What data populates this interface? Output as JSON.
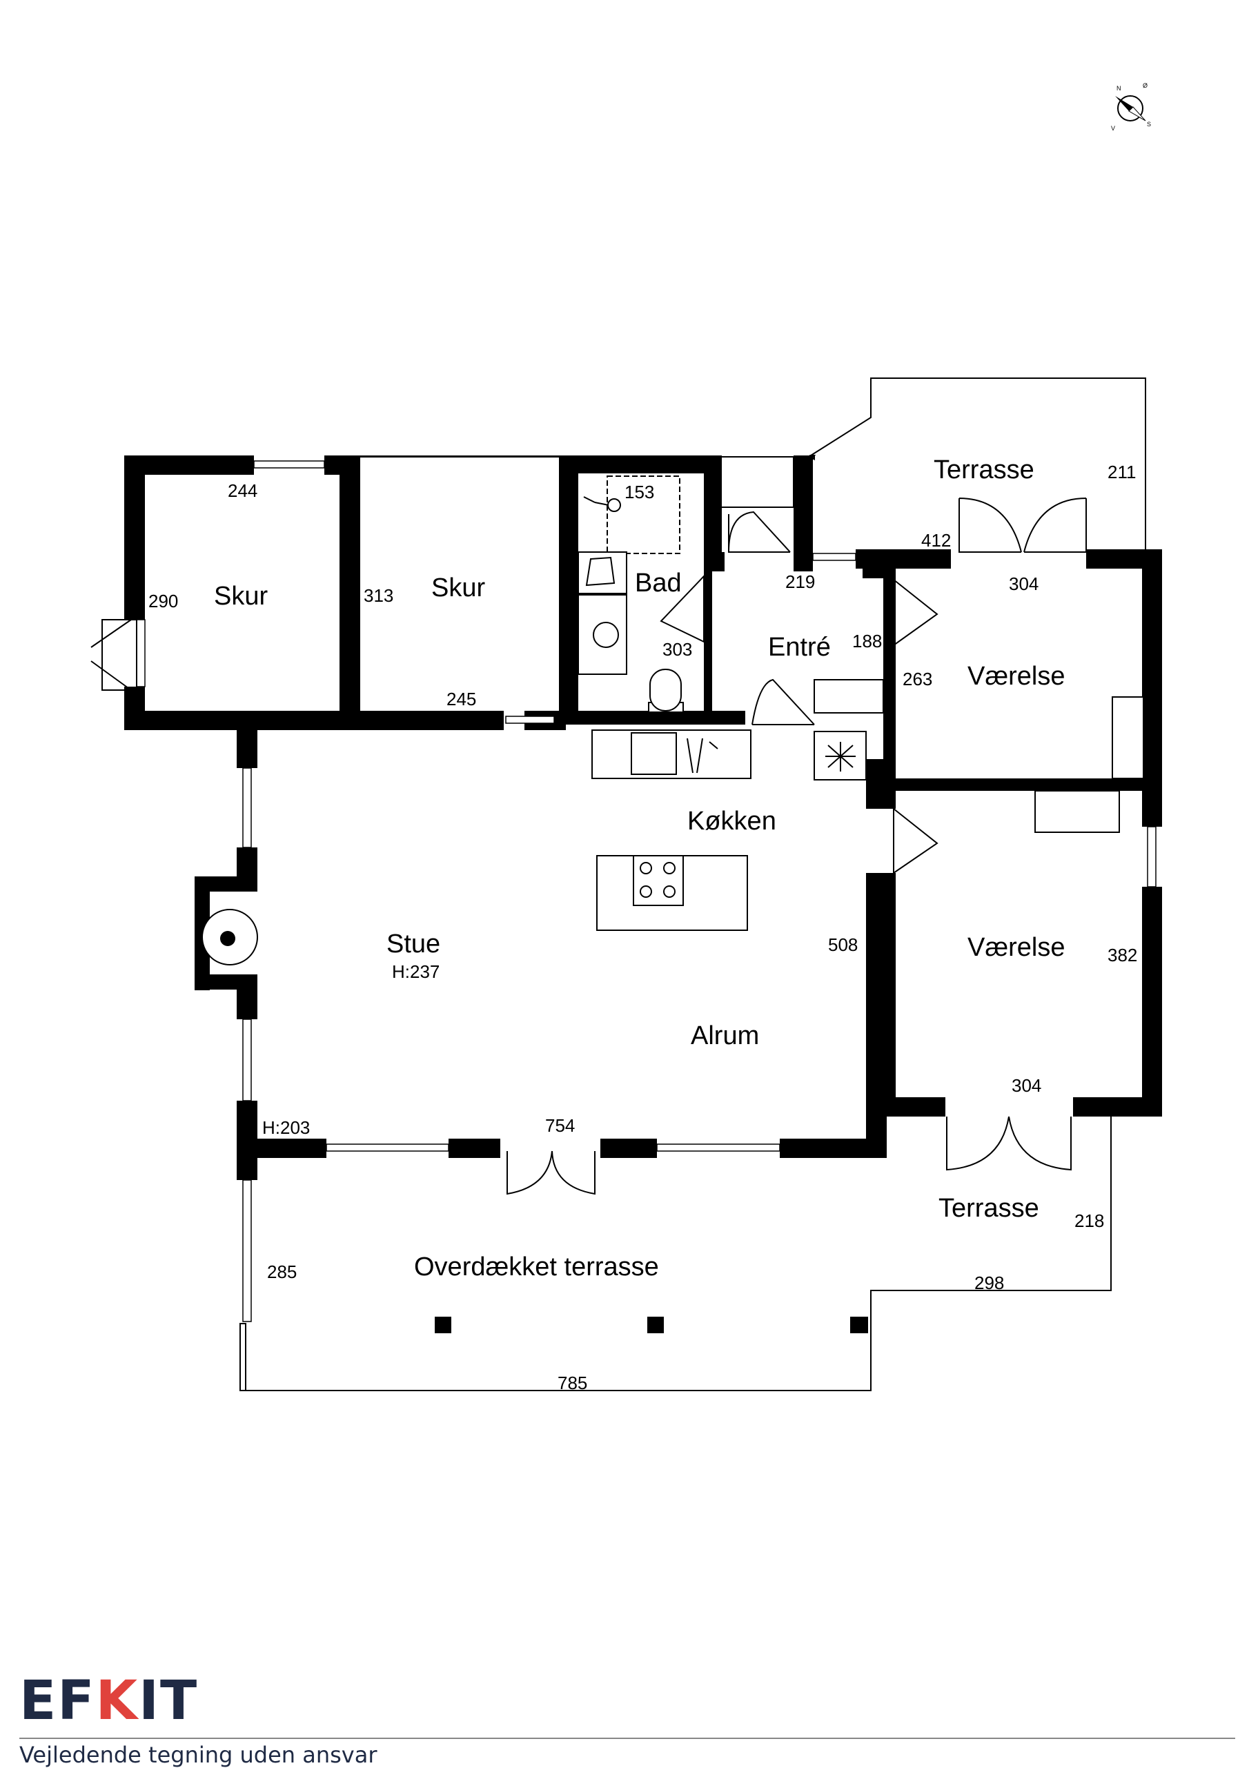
{
  "rooms": {
    "skur_left": "Skur",
    "skur_right": "Skur",
    "bad": "Bad",
    "entre": "Entré",
    "terrasse_top": "Terrasse",
    "vaerelse_top": "Værelse",
    "koekken": "Køkken",
    "stue": "Stue",
    "stue_height": "H:237",
    "alrum": "Alrum",
    "vaerelse_bottom": "Værelse",
    "terrasse_bottom": "Terrasse",
    "overdaekket": "Overdækket terrasse"
  },
  "dimensions": {
    "d244": "244",
    "d290": "290",
    "d313": "313",
    "d245": "245",
    "d153": "153",
    "d303": "303",
    "d219": "219",
    "d188": "188",
    "d263": "263",
    "d412": "412",
    "d211": "211",
    "d304_top": "304",
    "d508": "508",
    "d382": "382",
    "d304_bottom": "304",
    "h203": "H:203",
    "d754": "754",
    "d218": "218",
    "d285": "285",
    "d298": "298",
    "d785": "785"
  },
  "compass": {
    "n": "N",
    "o": "Ø",
    "s": "S",
    "v": "V"
  },
  "footer": {
    "logo_a": "EF",
    "logo_b": "K",
    "logo_c": "IT",
    "disclaimer": "Vejledende tegning uden ansvar"
  },
  "colors": {
    "logo_dark": "#1f2a44",
    "logo_accent": "#e0423c"
  }
}
